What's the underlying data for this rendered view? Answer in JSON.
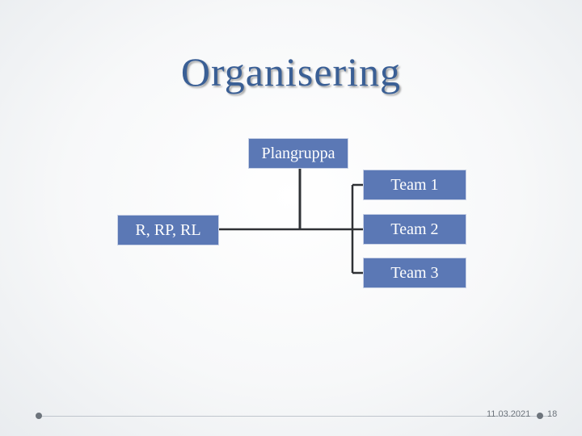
{
  "slide": {
    "title": "Organisering",
    "nodes": {
      "plangruppa": "Plangruppa",
      "rrprl": "R, RP, RL",
      "team1": "Team 1",
      "team2": "Team 2",
      "team3": "Team 3"
    },
    "footer": {
      "date": "11.03.2021",
      "page": "18"
    },
    "colors": {
      "title": "#3a5f95",
      "node_fill": "#5b78b5",
      "connector": "#2f3135"
    }
  }
}
